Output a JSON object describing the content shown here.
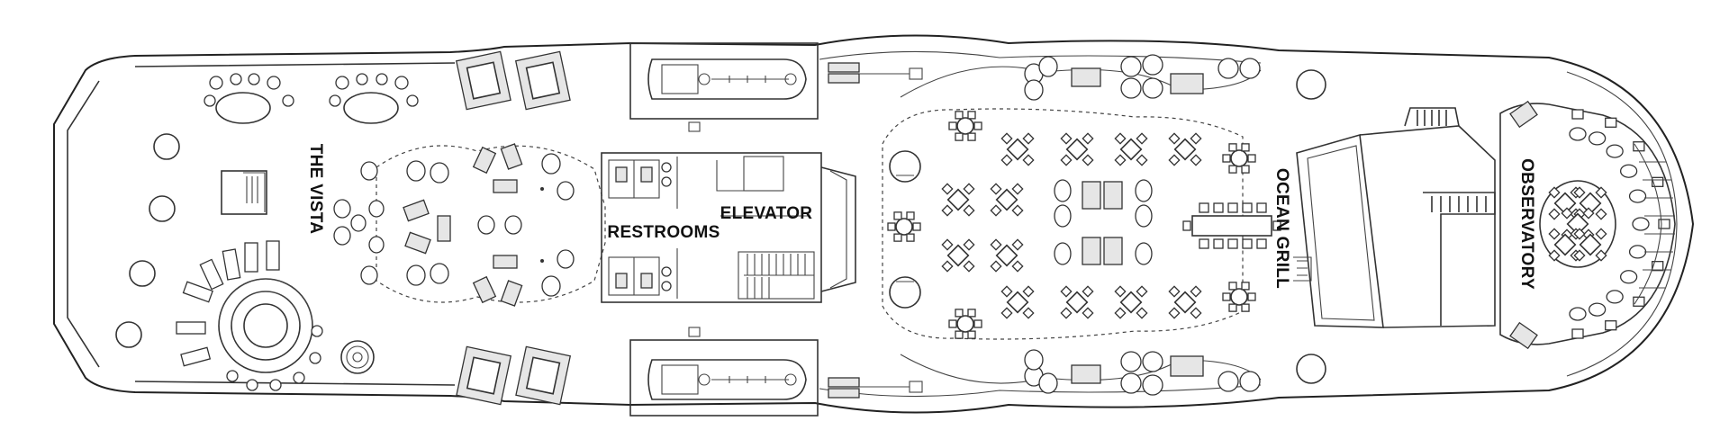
{
  "labels": {
    "the_vista": "THE VISTA",
    "restrooms": "RESTROOMS",
    "elevator": "ELEVATOR",
    "ocean_grill": "OCEAN GRILL",
    "observatory": "OBSERVATORY"
  },
  "colors": {
    "line": "#222222",
    "background": "#ffffff",
    "furniture_fill": "#e6e6e6"
  }
}
